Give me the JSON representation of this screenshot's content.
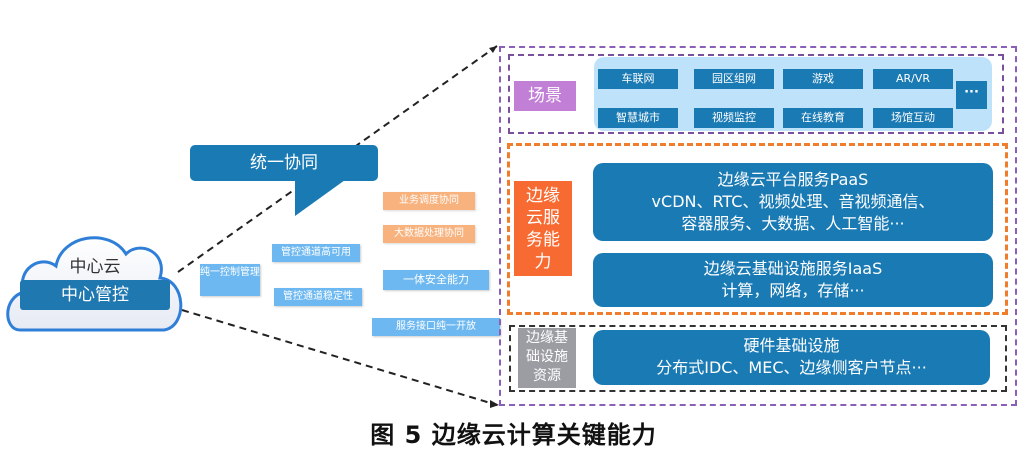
{
  "figure": {
    "caption": "图 5 边缘云计算关键能力"
  },
  "center_cloud": {
    "label": "中心云",
    "control": "中心管控",
    "icon": "cloud-icon"
  },
  "unified_coordination": {
    "label": "统一协同"
  },
  "control_features": [
    {
      "label": "纯一控制管理"
    },
    {
      "label": "管控通道高可用"
    },
    {
      "label": "管控通道稳定性"
    }
  ],
  "coordination_features": [
    {
      "label": "业务调度协同"
    },
    {
      "label": "大数据处理协同"
    }
  ],
  "capability_features": [
    {
      "label": "一体安全能力"
    },
    {
      "label": "服务接口纯一开放"
    }
  ],
  "scenarios": {
    "tag": "场景",
    "items": [
      "车联网",
      "园区组网",
      "游戏",
      "AR/VR",
      "智慧城市",
      "视频监控",
      "在线教育",
      "场馆互动"
    ],
    "more": "···"
  },
  "edge_cloud_services": {
    "tag": "边缘云服务能力",
    "tag_lines": [
      "边缘",
      "云服",
      "务能",
      "力"
    ],
    "paas": {
      "title": "边缘云平台服务PaaS",
      "line1": "vCDN、RTC、视频处理、音视频通信、",
      "line2": "容器服务、大数据、人工智能···"
    },
    "iaas": {
      "title": "边缘云基础设施服务IaaS",
      "line1": "计算，网络，存储···"
    }
  },
  "edge_infrastructure": {
    "tag": "边缘基础设施资源",
    "tag_lines": [
      "边缘基",
      "础设施",
      "资源"
    ],
    "hardware": {
      "title": "硬件基础设施",
      "line1": "分布式IDC、MEC、边缘侧客户节点···"
    }
  },
  "colors": {
    "primary_blue": "#1a7ab4",
    "light_blue": "#6db8f0",
    "panel_blue": "#bfe2fb",
    "orange_light": "#f7b27e",
    "orange": "#f76a31",
    "orange_border": "#ef7d2c",
    "purple": "#c27fd6",
    "purple_border": "#8a5fb8",
    "gray": "#9b9da3"
  }
}
